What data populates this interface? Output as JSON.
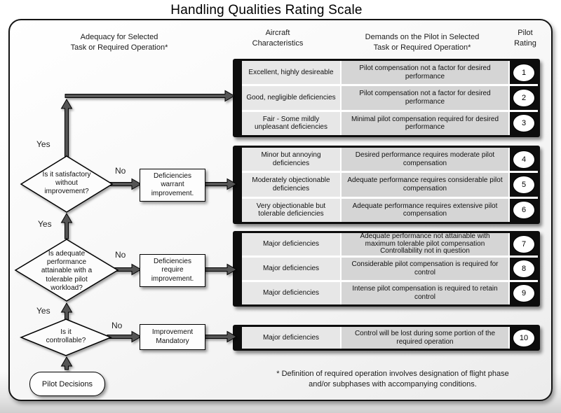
{
  "title": "Handling Qualities Rating Scale",
  "headers": {
    "adequacy": "Adequacy for Selected\nTask or Required  Operation*",
    "aircraft": "Aircraft\nCharacteristics",
    "demands": "Demands on the Pilot in Selected\nTask or Required Operation*",
    "rating": "Pilot\nRating"
  },
  "flowchart": {
    "start": "Pilot Decisions",
    "decisions": [
      {
        "question": "Is it satisfactory\nwithout\nimprovement?",
        "yes_label": "Yes",
        "no_label": "No",
        "no_action": "Deficiencies\nwarrant\nimprovement."
      },
      {
        "question": "Is adequate\nperformance\nattainable with a\ntolerable pilot\nworkload?",
        "yes_label": "Yes",
        "no_label": "No",
        "no_action": "Deficiencies\nrequire\nimprovement."
      },
      {
        "question": "Is it\ncontrollable?",
        "yes_label": "Yes",
        "no_label": "No",
        "no_action": "Improvement\nMandatory"
      }
    ]
  },
  "groups": [
    {
      "rows": [
        {
          "characteristics": "Excellent, highly desireable",
          "demands": "Pilot compensation not a factor for desired performance",
          "rating": "1"
        },
        {
          "characteristics": "Good, negligible deficiencies",
          "demands": "Pilot compensation not a factor for desired performance",
          "rating": "2"
        },
        {
          "characteristics": "Fair - Some mildly unpleasant deficiencies",
          "demands": "Minimal pilot compensation required for desired performance",
          "rating": "3"
        }
      ]
    },
    {
      "rows": [
        {
          "characteristics": "Minor but annoying deficiencies",
          "demands": "Desired performance requires moderate pilot compensation",
          "rating": "4"
        },
        {
          "characteristics": "Moderately objectionable deficiencies",
          "demands": "Adequate performance requires considerable pilot compensation",
          "rating": "5"
        },
        {
          "characteristics": "Very objectionable but tolerable deficiencies",
          "demands": "Adequate performance requires extensive pilot compensation",
          "rating": "6"
        }
      ]
    },
    {
      "rows": [
        {
          "characteristics": "Major deficiencies",
          "demands": "Adequate performance not attainable with maximum tolerable pilot compensation\nControllability not in question",
          "rating": "7"
        },
        {
          "characteristics": "Major deficiencies",
          "demands": "Considerable pilot compensation is required for control",
          "rating": "8"
        },
        {
          "characteristics": "Major deficiencies",
          "demands": "Intense pilot compensation is required to retain control",
          "rating": "9"
        }
      ]
    },
    {
      "rows": [
        {
          "characteristics": "Major deficiencies",
          "demands": "Control will be lost during some portion of the required operation",
          "rating": "10"
        }
      ]
    }
  ],
  "footnote": "* Definition of required operation involves designation of flight phase\nand/or subphases with accompanying conditions.",
  "colors": {
    "cell_characteristics": "#e7e7e7",
    "cell_demands": "#d5d5d5",
    "band_black": "#0d0d0d",
    "arrow_gray": "#555555"
  }
}
